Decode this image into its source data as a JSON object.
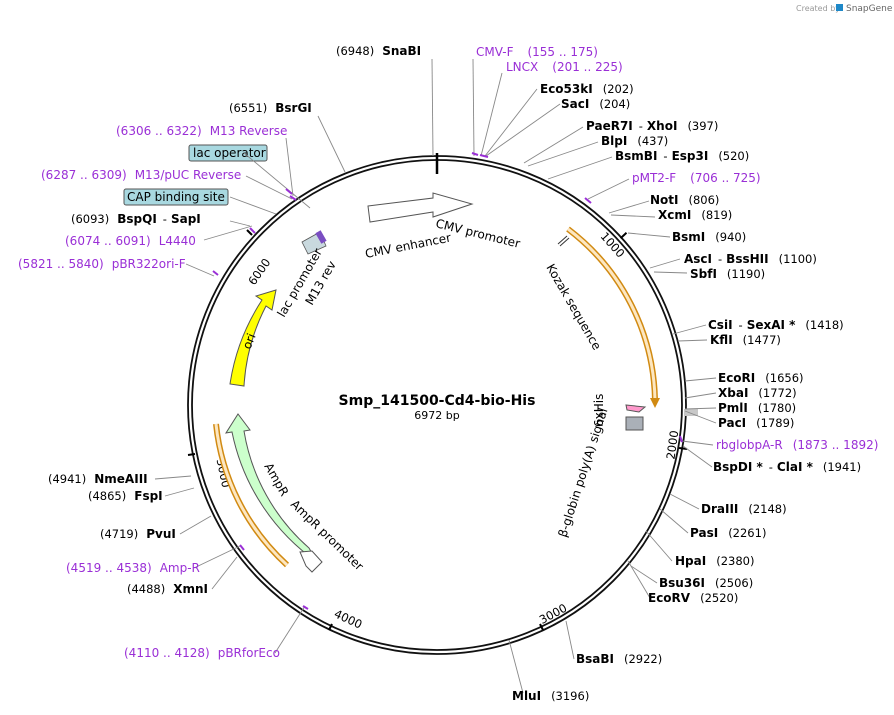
{
  "credit": {
    "created_by": "Created by",
    "brand": "SnapGene"
  },
  "plasmid": {
    "name": "Smp_141500-Cd4-bio-His",
    "size": "6972 bp"
  },
  "ticks": [
    "1000",
    "2000",
    "3000",
    "4000",
    "5000",
    "6000"
  ],
  "features": {
    "cmv_enhancer": "CMV enhancer",
    "cmv_promoter": "CMV promoter",
    "kozak": "Kozak sequence",
    "his": "6xHis",
    "polya": "β-globin poly(A) signal",
    "ampr": "AmpR",
    "ampr_promoter": "AmpR promoter",
    "ori": "ori",
    "lac_promoter": "lac promoter",
    "m13rev": "M13 rev"
  },
  "boxed": {
    "lac_operator": "lac operator",
    "cap_site": "CAP binding site"
  },
  "sites": {
    "snabi": {
      "name": "SnaBI",
      "pos": "(6948)"
    },
    "bsrgi": {
      "name": "BsrGI",
      "pos": "(6551)"
    },
    "bspqi": {
      "name": "BspQI",
      "sep": "-",
      "name2": "SapI",
      "pos": "(6093)"
    },
    "eco53ki": {
      "name": "Eco53kI",
      "pos": "(202)"
    },
    "saci": {
      "name": "SacI",
      "pos": "(204)"
    },
    "paer7i": {
      "name": "PaeR7I",
      "sep": "-",
      "name2": "XhoI",
      "pos": "(397)"
    },
    "blpi": {
      "name": "BlpI",
      "pos": "(437)"
    },
    "bsmbi": {
      "name": "BsmBI",
      "sep": "-",
      "name2": "Esp3I",
      "pos": "(520)"
    },
    "noti": {
      "name": "NotI",
      "pos": "(806)"
    },
    "xcmi": {
      "name": "XcmI",
      "pos": "(819)"
    },
    "bsmi": {
      "name": "BsmI",
      "pos": "(940)"
    },
    "asci": {
      "name": "AscI",
      "sep": "-",
      "name2": "BssHII",
      "pos": "(1100)"
    },
    "sbfi": {
      "name": "SbfI",
      "pos": "(1190)"
    },
    "csii": {
      "name": "CsiI",
      "sep": "-",
      "name2": "SexAI *",
      "pos": "(1418)"
    },
    "kfli": {
      "name": "KflI",
      "pos": "(1477)"
    },
    "ecori": {
      "name": "EcoRI",
      "pos": "(1656)"
    },
    "xbai": {
      "name": "XbaI",
      "pos": "(1772)"
    },
    "pmli": {
      "name": "PmlI",
      "pos": "(1780)"
    },
    "paci": {
      "name": "PacI",
      "pos": "(1789)"
    },
    "bspdi": {
      "name": "BspDI *",
      "sep": "-",
      "name2": "ClaI *",
      "pos": "(1941)"
    },
    "draiii": {
      "name": "DraIII",
      "pos": "(2148)"
    },
    "pasi": {
      "name": "PasI",
      "pos": "(2261)"
    },
    "hpai": {
      "name": "HpaI",
      "pos": "(2380)"
    },
    "bsu36i": {
      "name": "Bsu36I",
      "pos": "(2506)"
    },
    "ecorv": {
      "name": "EcoRV",
      "pos": "(2520)"
    },
    "bsabi": {
      "name": "BsaBI",
      "pos": "(2922)"
    },
    "mlui": {
      "name": "MluI",
      "pos": "(3196)"
    },
    "xmni": {
      "name": "XmnI",
      "pos": "(4488)"
    },
    "pvui": {
      "name": "PvuI",
      "pos": "(4719)"
    },
    "fspi": {
      "name": "FspI",
      "pos": "(4865)"
    },
    "nmeaiii": {
      "name": "NmeAIII",
      "pos": "(4941)"
    }
  },
  "primers": {
    "cmvf": {
      "name": "CMV-F",
      "range": "(155 .. 175)"
    },
    "lncx": {
      "name": "LNCX",
      "range": "(201 .. 225)"
    },
    "pmt2f": {
      "name": "pMT2-F",
      "range": "(706 .. 725)"
    },
    "rbglob": {
      "name": "rbglobpA-R",
      "range": "(1873 .. 1892)"
    },
    "m13r": {
      "name": "M13 Reverse",
      "range": "(6306 .. 6322)"
    },
    "m13puc": {
      "name": "M13/pUC Reverse",
      "range": "(6287 .. 6309)"
    },
    "l4440": {
      "name": "L4440",
      "range": "(6074 .. 6091)"
    },
    "pbr322": {
      "name": "pBR322ori-F",
      "range": "(5821 .. 5840)"
    },
    "ampr": {
      "name": "Amp-R",
      "range": "(4519 .. 4538)"
    },
    "pbrfor": {
      "name": "pBRforEco",
      "range": "(4110 .. 4128)"
    }
  },
  "colors": {
    "primer": "#9a2fd6",
    "orf_fill": "#fde7c1",
    "orf_stroke": "#d18a12",
    "ori_fill": "#ffff00",
    "ampr_fill": "#ccffcc",
    "box_fill": "#a8d8e0"
  }
}
